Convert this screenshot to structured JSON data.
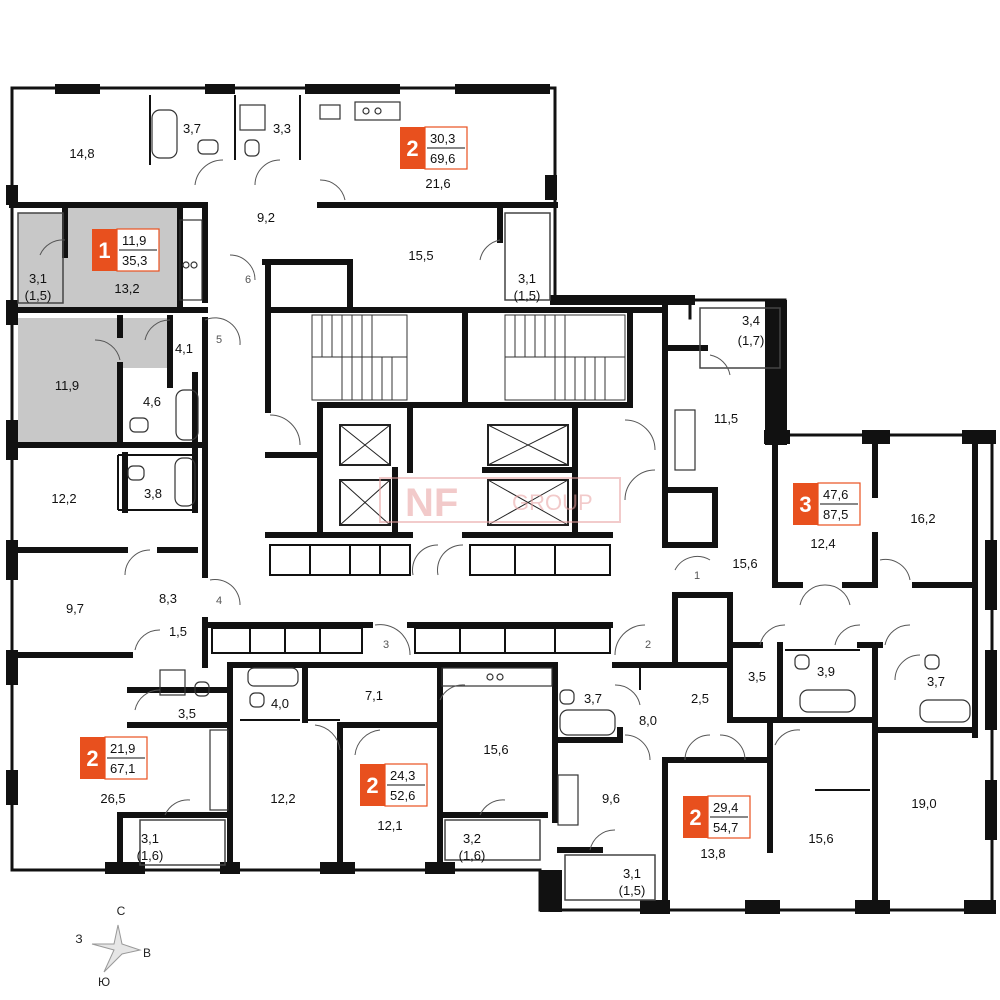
{
  "colors": {
    "accent": "#e8501e",
    "wall": "#111111",
    "selected_fill": "#c8c8c8",
    "watermark": "#e8a0a0"
  },
  "apartments": [
    {
      "id": "apt-2-top",
      "rooms": "2",
      "living": "30,3",
      "total": "69,6"
    },
    {
      "id": "apt-1",
      "rooms": "1",
      "living": "11,9",
      "total": "35,3"
    },
    {
      "id": "apt-3",
      "rooms": "3",
      "living": "47,6",
      "total": "87,5"
    },
    {
      "id": "apt-2-left",
      "rooms": "2",
      "living": "21,9",
      "total": "67,1"
    },
    {
      "id": "apt-2-middle",
      "rooms": "2",
      "living": "24,3",
      "total": "52,6"
    },
    {
      "id": "apt-2-right",
      "rooms": "2",
      "living": "29,4",
      "total": "54,7"
    }
  ],
  "room_areas": [
    "14,8",
    "3,7",
    "3,3",
    "21,6",
    "9,2",
    "15,5",
    "3,1",
    "(1,5)",
    "3,1",
    "(1,5)",
    "13,2",
    "4,1",
    "11,9",
    "4,6",
    "3,4",
    "(1,7)",
    "11,5",
    "12,2",
    "3,8",
    "9,7",
    "8,3",
    "1,5",
    "3,5",
    "4,0",
    "7,1",
    "15,6",
    "3,7",
    "2,5",
    "8,0",
    "26,5",
    "12,2",
    "12,1",
    "9,6",
    "13,8",
    "15,6",
    "19,0",
    "3,1",
    "(1,6)",
    "3,2",
    "(1,6)",
    "3,1",
    "(1,5)",
    "12,4",
    "16,2",
    "15,6",
    "3,5",
    "3,9",
    "3,7"
  ],
  "door_numbers": [
    "6",
    "5",
    "4",
    "3",
    "2",
    "1"
  ],
  "watermark": {
    "main": "NF",
    "sub": "GROUP"
  },
  "compass": {
    "north": "С",
    "east": "В",
    "south": "Ю",
    "west": "З"
  }
}
